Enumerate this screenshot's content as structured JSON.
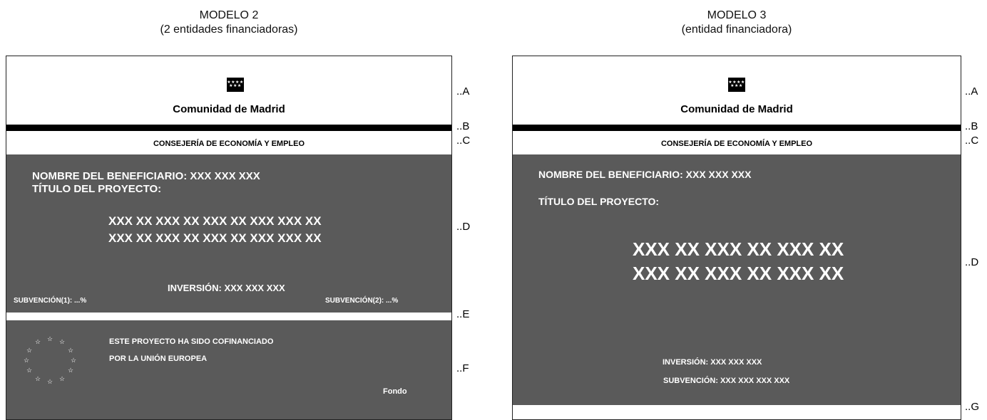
{
  "left": {
    "heading_line1": "MODELO 2",
    "heading_line2": "(2 entidades financiadoras)",
    "logo_stars": "****\n***",
    "org_name": "Comunidad de Madrid",
    "consejeria": "CONSEJERÍA DE ECONOMÍA Y EMPLEO",
    "beneficiario": "NOMBRE DEL BENEFICIARIO: XXX XXX XXX",
    "titulo": "TÍTULO DEL PROYECTO:",
    "project_line1": "XXX XX XXX XX XXX XX XXX XXX XX",
    "project_line2": "XXX XX XXX XX XXX XX XXX XXX XX",
    "inversion": "INVERSIÓN: XXX XXX XXX",
    "subvencion1": "SUBVENCIÓN(1): ...%",
    "subvencion2": "SUBVENCIÓN(2): ...%",
    "eu_line1": "ESTE PROYECTO HA SIDO COFINANCIADO",
    "eu_line2": "POR LA UNIÓN EUROPEA",
    "fondo": "Fondo",
    "markers": [
      "..A",
      "..B",
      "..C",
      "..D",
      "..E",
      "..F"
    ]
  },
  "right": {
    "heading_line1": "MODELO 3",
    "heading_line2": "(entidad financiadora)",
    "logo_stars": "****\n***",
    "org_name": "Comunidad de Madrid",
    "consejeria": "CONSEJERÍA DE ECONOMÍA Y EMPLEO",
    "beneficiario": "NOMBRE DEL BENEFICIARIO: XXX XXX XXX",
    "titulo": "TÍTULO DEL PROYECTO:",
    "project_line1": "XXX XX XXX XX XXX XX",
    "project_line2": "XXX XX XXX XX XXX XX",
    "inversion": "INVERSIÓN: XXX XXX XXX",
    "subvencion": "SUBVENCIÓN: XXX XXX XXX XXX",
    "markers": [
      "..A",
      "..B",
      "..C",
      "..D",
      "..G"
    ]
  },
  "colors": {
    "panel_grey": "#5a5a5a",
    "band_black": "#000000",
    "text_white": "#ffffff"
  },
  "icons": {
    "logo": "madrid-flag-stars-icon",
    "eu": "eu-stars-circle-icon"
  }
}
